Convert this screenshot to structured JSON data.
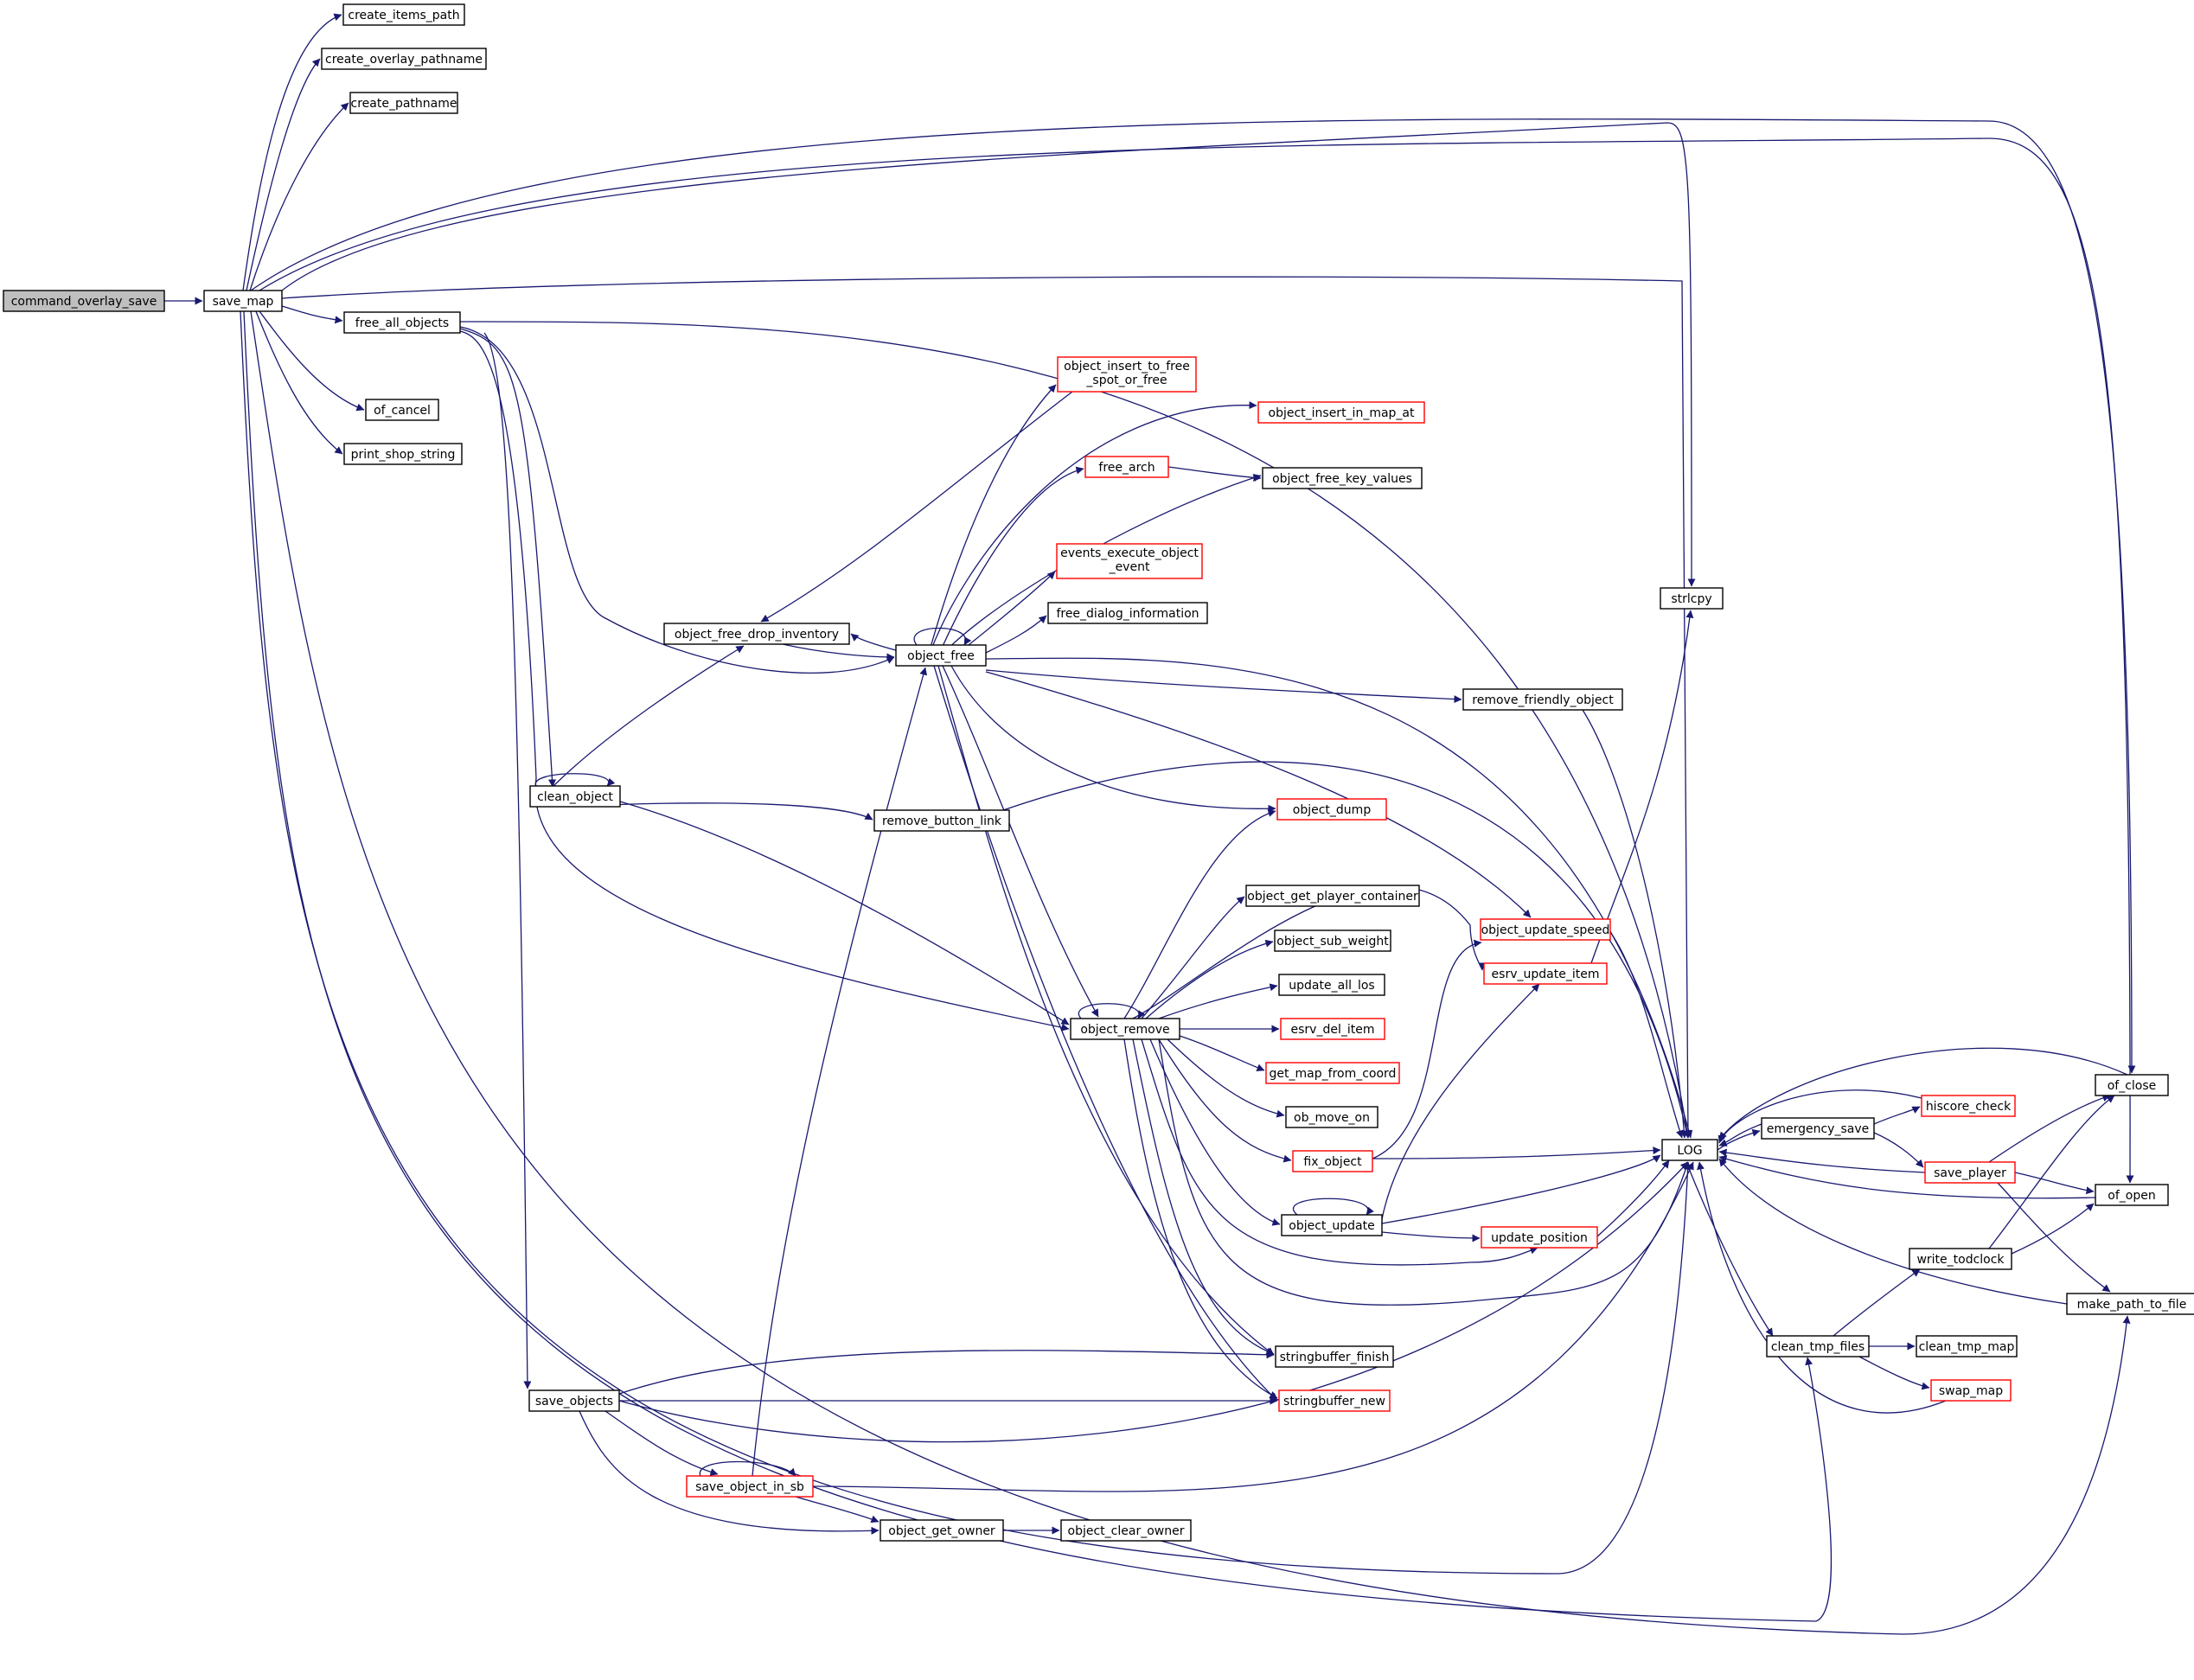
{
  "graph": {
    "colors": {
      "edge": "#191970",
      "root_fill": "#bfbfbf",
      "node_fill": "#ffffff",
      "black_border": "#000000",
      "red_border": "#ff0000"
    },
    "nodes": [
      {
        "id": "command_overlay_save",
        "label": "command_overlay_save",
        "border": "black",
        "root": true
      },
      {
        "id": "save_map",
        "label": "save_map",
        "border": "black"
      },
      {
        "id": "create_items_path",
        "label": "create_items_path",
        "border": "black"
      },
      {
        "id": "create_overlay_pathname",
        "label": "create_overlay_pathname",
        "border": "black"
      },
      {
        "id": "create_pathname",
        "label": "create_pathname",
        "border": "black"
      },
      {
        "id": "free_all_objects",
        "label": "free_all_objects",
        "border": "black"
      },
      {
        "id": "of_cancel",
        "label": "of_cancel",
        "border": "black"
      },
      {
        "id": "print_shop_string",
        "label": "print_shop_string",
        "border": "black"
      },
      {
        "id": "clean_object",
        "label": "clean_object",
        "border": "black"
      },
      {
        "id": "save_objects",
        "label": "save_objects",
        "border": "black"
      },
      {
        "id": "object_free_drop_inventory",
        "label": "object_free_drop_inventory",
        "border": "black"
      },
      {
        "id": "object_free",
        "label": "object_free",
        "border": "black"
      },
      {
        "id": "remove_button_link",
        "label": "remove_button_link",
        "border": "black"
      },
      {
        "id": "object_remove",
        "label": "object_remove",
        "border": "black"
      },
      {
        "id": "save_object_in_sb",
        "label": "save_object_in_sb",
        "border": "red"
      },
      {
        "id": "object_get_owner",
        "label": "object_get_owner",
        "border": "black"
      },
      {
        "id": "object_clear_owner",
        "label": "object_clear_owner",
        "border": "black"
      },
      {
        "id": "object_insert_to_free_spot_or_free",
        "label": "object_insert_to_free\n_spot_or_free",
        "border": "red"
      },
      {
        "id": "object_insert_in_map_at",
        "label": "object_insert_in_map_at",
        "border": "red"
      },
      {
        "id": "free_arch",
        "label": "free_arch",
        "border": "red"
      },
      {
        "id": "object_free_key_values",
        "label": "object_free_key_values",
        "border": "black"
      },
      {
        "id": "events_execute_object_event",
        "label": "events_execute_object\n_event",
        "border": "red"
      },
      {
        "id": "free_dialog_information",
        "label": "free_dialog_information",
        "border": "black"
      },
      {
        "id": "remove_friendly_object",
        "label": "remove_friendly_object",
        "border": "black"
      },
      {
        "id": "object_dump",
        "label": "object_dump",
        "border": "red"
      },
      {
        "id": "object_get_player_container",
        "label": "object_get_player_container",
        "border": "black"
      },
      {
        "id": "object_sub_weight",
        "label": "object_sub_weight",
        "border": "black"
      },
      {
        "id": "update_all_los",
        "label": "update_all_los",
        "border": "black"
      },
      {
        "id": "esrv_del_item",
        "label": "esrv_del_item",
        "border": "red"
      },
      {
        "id": "get_map_from_coord",
        "label": "get_map_from_coord",
        "border": "red"
      },
      {
        "id": "ob_move_on",
        "label": "ob_move_on",
        "border": "black"
      },
      {
        "id": "fix_object",
        "label": "fix_object",
        "border": "red"
      },
      {
        "id": "object_update",
        "label": "object_update",
        "border": "black"
      },
      {
        "id": "update_position",
        "label": "update_position",
        "border": "red"
      },
      {
        "id": "stringbuffer_finish",
        "label": "stringbuffer_finish",
        "border": "black"
      },
      {
        "id": "stringbuffer_new",
        "label": "stringbuffer_new",
        "border": "red"
      },
      {
        "id": "object_update_speed",
        "label": "object_update_speed",
        "border": "red"
      },
      {
        "id": "esrv_update_item",
        "label": "esrv_update_item",
        "border": "red"
      },
      {
        "id": "strlcpy",
        "label": "strlcpy",
        "border": "black"
      },
      {
        "id": "LOG",
        "label": "LOG",
        "border": "black"
      },
      {
        "id": "emergency_save",
        "label": "emergency_save",
        "border": "black"
      },
      {
        "id": "hiscore_check",
        "label": "hiscore_check",
        "border": "red"
      },
      {
        "id": "save_player",
        "label": "save_player",
        "border": "red"
      },
      {
        "id": "of_close",
        "label": "of_close",
        "border": "black"
      },
      {
        "id": "of_open",
        "label": "of_open",
        "border": "black"
      },
      {
        "id": "write_todclock",
        "label": "write_todclock",
        "border": "black"
      },
      {
        "id": "make_path_to_file",
        "label": "make_path_to_file",
        "border": "black"
      },
      {
        "id": "clean_tmp_files",
        "label": "clean_tmp_files",
        "border": "black"
      },
      {
        "id": "clean_tmp_map",
        "label": "clean_tmp_map",
        "border": "black"
      },
      {
        "id": "swap_map",
        "label": "swap_map",
        "border": "red"
      }
    ]
  }
}
